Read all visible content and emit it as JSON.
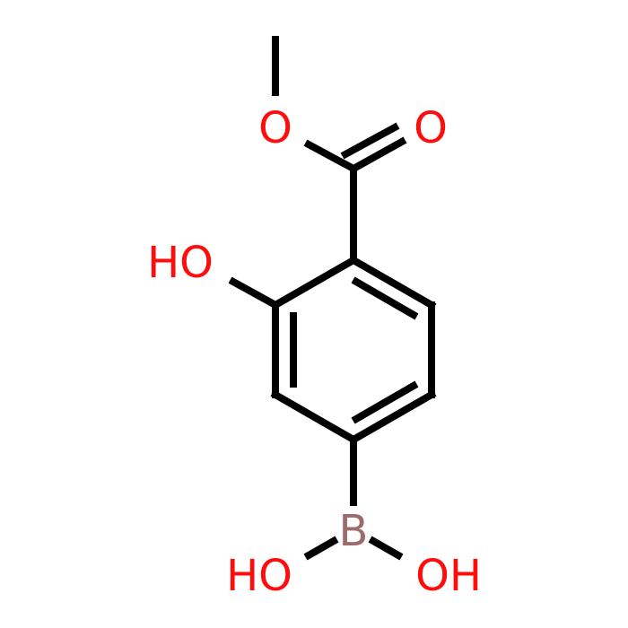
{
  "molecule": {
    "atoms": {
      "carbonyl_o": {
        "label": "O",
        "color": "#ff0d0d"
      },
      "ester_o": {
        "label": "O",
        "color": "#ff0d0d"
      },
      "hydroxy": {
        "label": "HO",
        "color": "#ff0d0d"
      },
      "boron": {
        "label": "B",
        "color": "#9c6b6b"
      },
      "boronic_oh_left": {
        "label": "HO",
        "color": "#ff0d0d"
      },
      "boronic_oh_right": {
        "label": "OH",
        "color": "#ff0d0d"
      }
    },
    "bond_color": "#000000"
  }
}
